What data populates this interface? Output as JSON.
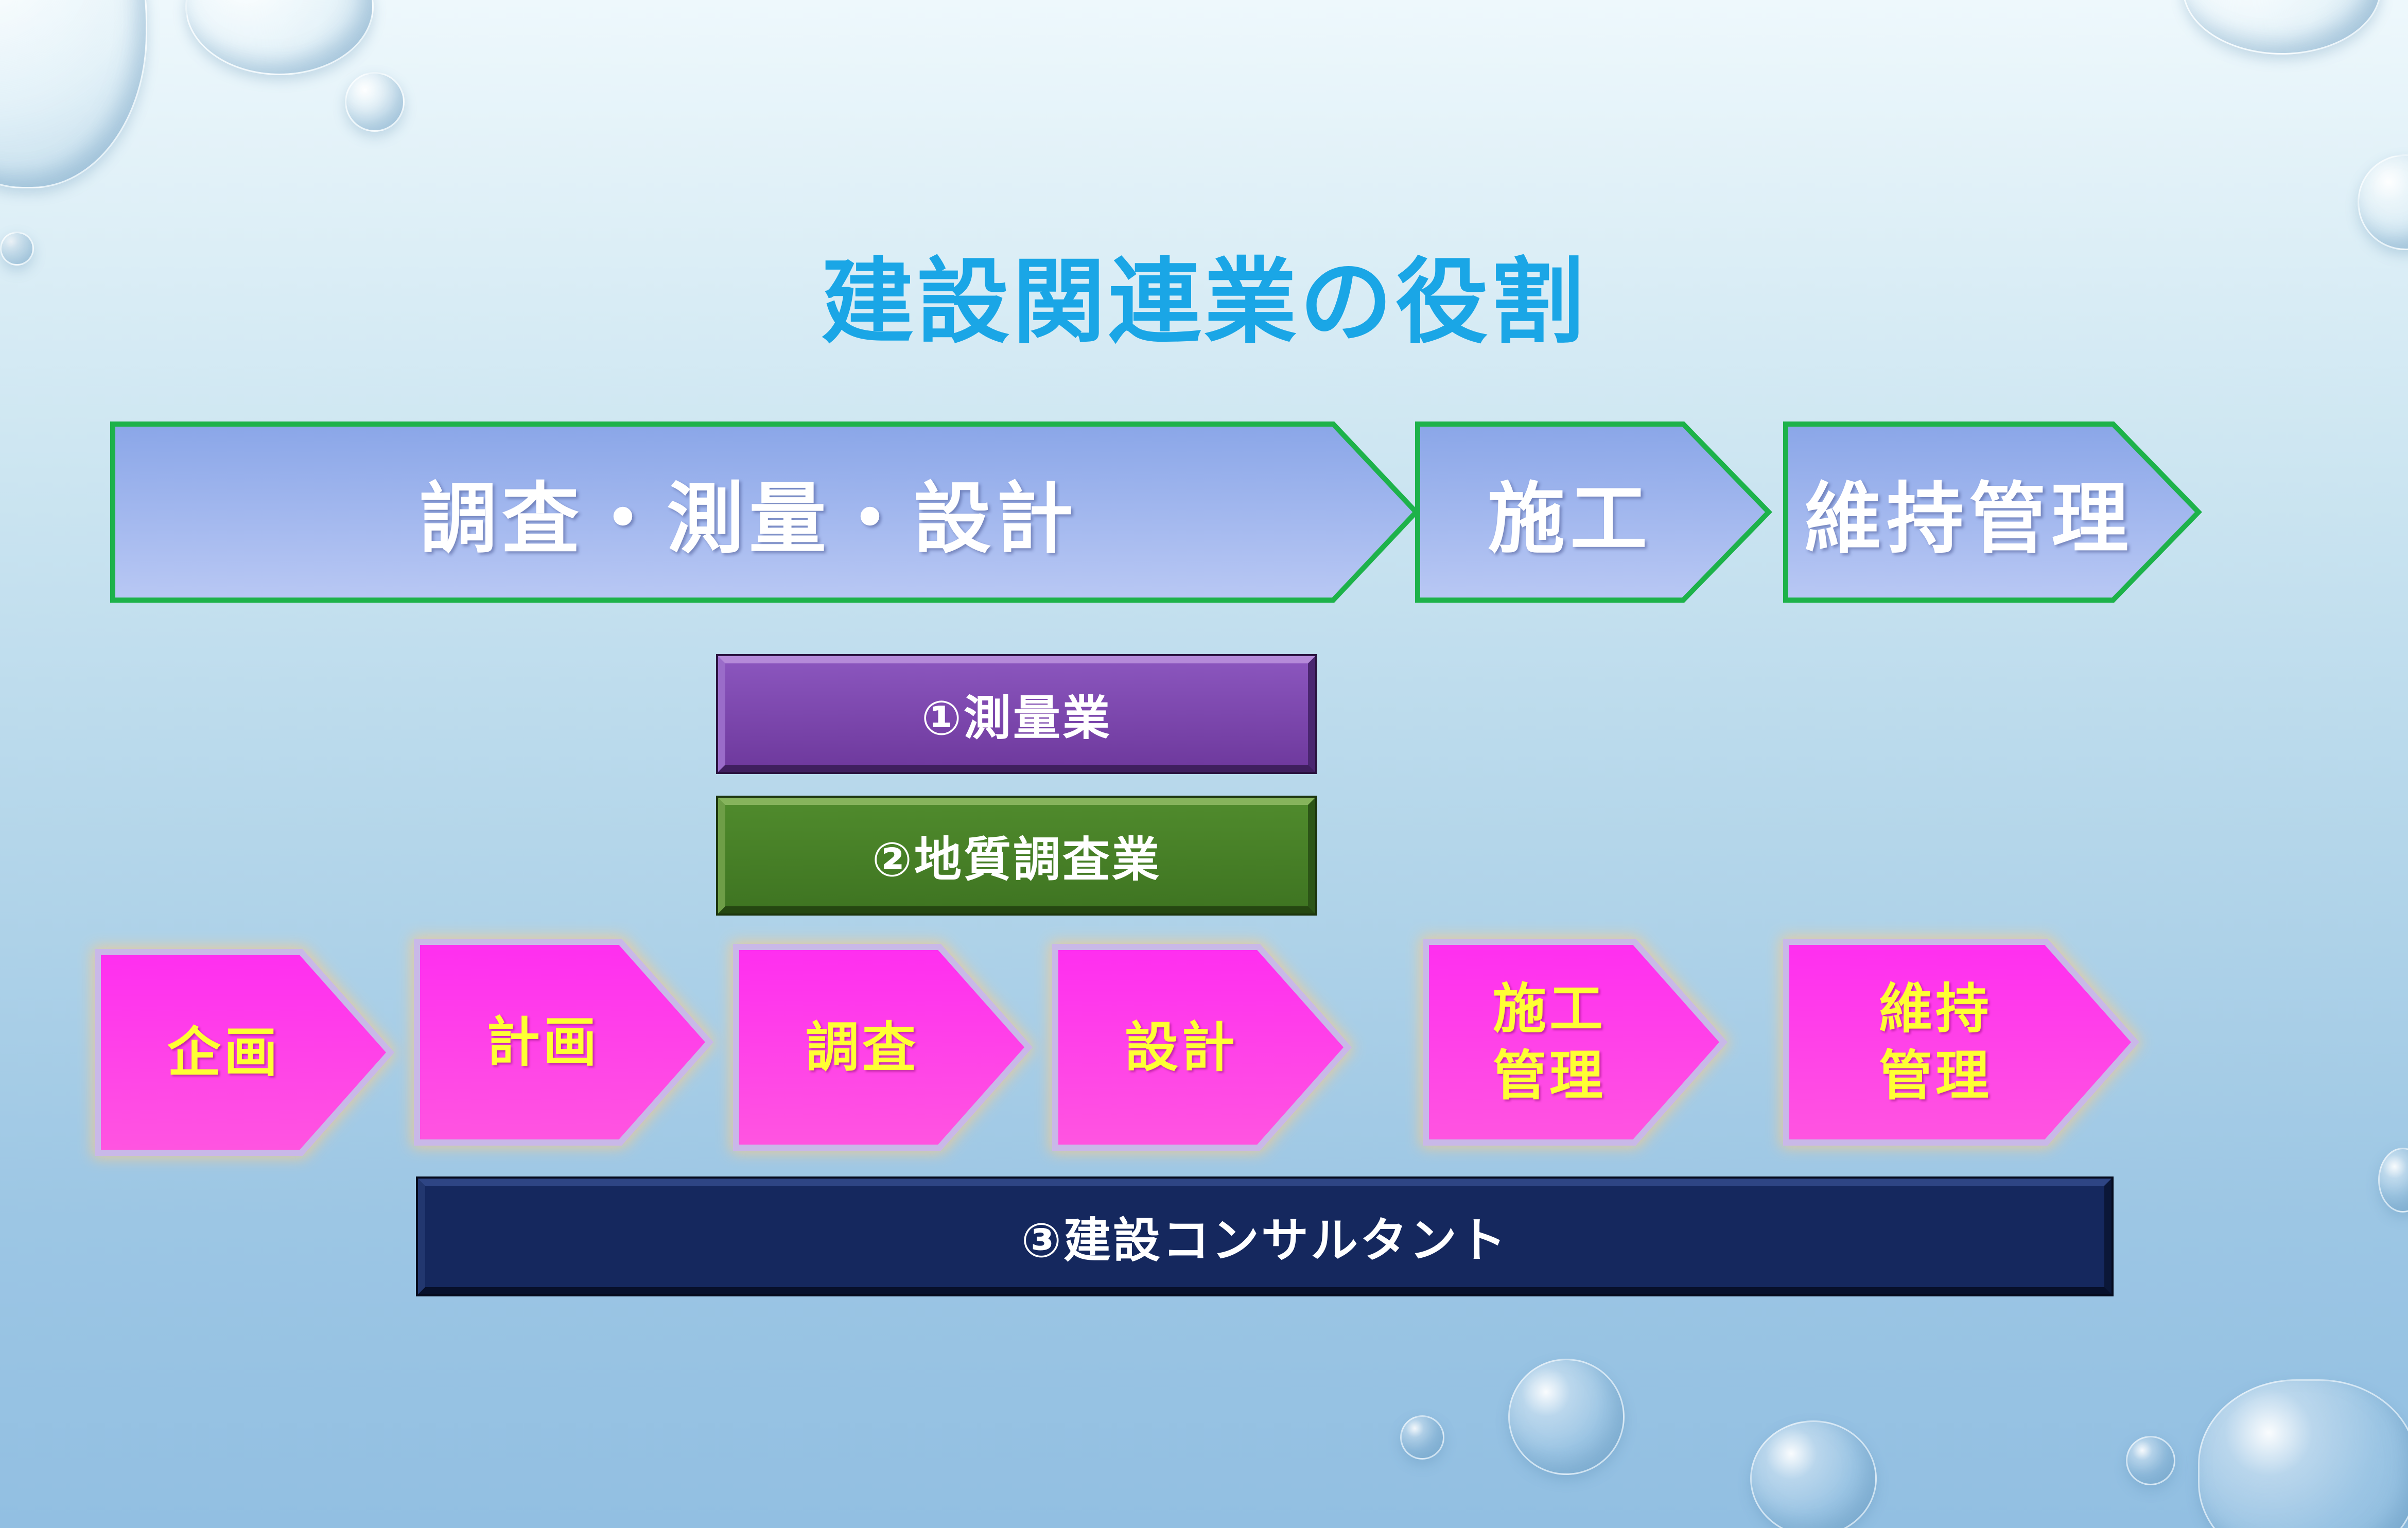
{
  "title": "建設関連業の役割",
  "phases": [
    {
      "label": "調査・測量・設計"
    },
    {
      "label": "施工"
    },
    {
      "label": "維持管理"
    }
  ],
  "bars": {
    "survey": "①測量業",
    "geology": "②地質調査業",
    "consultant": "③建設コンサルタント"
  },
  "steps": [
    {
      "line1": "企画",
      "line2": ""
    },
    {
      "line1": "計画",
      "line2": ""
    },
    {
      "line1": "調査",
      "line2": ""
    },
    {
      "line1": "設計",
      "line2": ""
    },
    {
      "line1": "施工",
      "line2": "管理"
    },
    {
      "line1": "維持",
      "line2": "管理"
    }
  ],
  "colors": {
    "title": "#1aa6e6",
    "phase_border": "#1db24a",
    "step_fill": "#ff33ee",
    "step_text": "#ffff33",
    "bar_survey": "#7040a0",
    "bar_geology": "#447a26",
    "bar_consultant": "#15285e"
  }
}
